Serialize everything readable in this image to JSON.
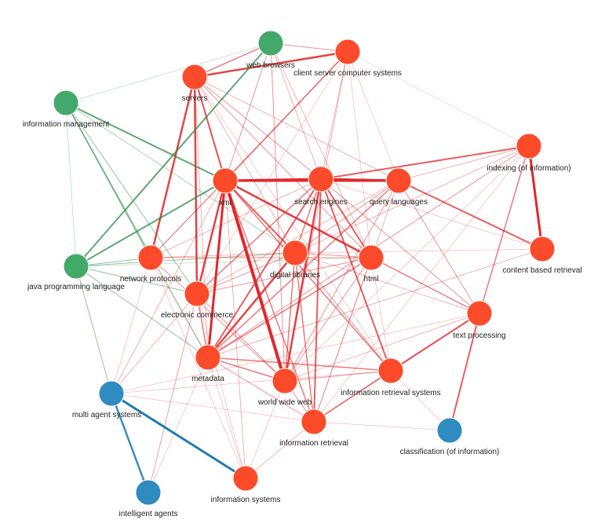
{
  "colors": {
    "red": "#fc4b2a",
    "green": "#43a96b",
    "blue": "#2f8bc0",
    "edge_red": "#e0282b",
    "edge_green": "#2b8b45",
    "edge_blue": "#1f7bb5"
  },
  "nodes": [
    {
      "id": "web_browsers",
      "label": "web browsers",
      "group": "green"
    },
    {
      "id": "client_server",
      "label": "client server computer systems",
      "group": "red"
    },
    {
      "id": "servers",
      "label": "servers",
      "group": "red"
    },
    {
      "id": "info_mgmt",
      "label": "information management",
      "group": "green"
    },
    {
      "id": "indexing",
      "label": "indexing (of information)",
      "group": "red"
    },
    {
      "id": "xml",
      "label": "xml",
      "group": "red"
    },
    {
      "id": "search_engines",
      "label": "search engines",
      "group": "red"
    },
    {
      "id": "query_languages",
      "label": "query languages",
      "group": "red"
    },
    {
      "id": "content_based",
      "label": "content based retrieval",
      "group": "red"
    },
    {
      "id": "java",
      "label": "java programming language",
      "group": "green"
    },
    {
      "id": "network_protocols",
      "label": "network protocols",
      "group": "red"
    },
    {
      "id": "digital_libraries",
      "label": "digital libraries",
      "group": "red"
    },
    {
      "id": "html",
      "label": "html",
      "group": "red"
    },
    {
      "id": "ecommerce",
      "label": "electronic commerce",
      "group": "red"
    },
    {
      "id": "text_processing",
      "label": "text processing",
      "group": "red"
    },
    {
      "id": "metadata",
      "label": "metadata",
      "group": "red"
    },
    {
      "id": "www",
      "label": "world wide web",
      "group": "red"
    },
    {
      "id": "irs",
      "label": "information retrieval systems",
      "group": "red"
    },
    {
      "id": "multi_agent",
      "label": "multi agent systems",
      "group": "blue"
    },
    {
      "id": "info_retrieval",
      "label": "information retrieval",
      "group": "red"
    },
    {
      "id": "classification",
      "label": "classification (of information)",
      "group": "blue"
    },
    {
      "id": "info_systems",
      "label": "information systems",
      "group": "red"
    },
    {
      "id": "intelligent_agents",
      "label": "intelligent agents",
      "group": "blue"
    }
  ],
  "edges": [
    {
      "s": "servers",
      "t": "web_browsers",
      "c": "red",
      "w": 1.5
    },
    {
      "s": "servers",
      "t": "client_server",
      "c": "red",
      "w": 2.5
    },
    {
      "s": "servers",
      "t": "xml",
      "c": "red",
      "w": 2
    },
    {
      "s": "servers",
      "t": "network_protocols",
      "c": "red",
      "w": 2.5
    },
    {
      "s": "servers",
      "t": "ecommerce",
      "c": "red",
      "w": 2.5
    },
    {
      "s": "servers",
      "t": "search_engines",
      "c": "red",
      "w": 1
    },
    {
      "s": "servers",
      "t": "query_languages",
      "c": "red",
      "w": 0.8
    },
    {
      "s": "servers",
      "t": "digital_libraries",
      "c": "red",
      "w": 0.8
    },
    {
      "s": "servers",
      "t": "html",
      "c": "red",
      "w": 1
    },
    {
      "s": "servers",
      "t": "metadata",
      "c": "red",
      "w": 0.8
    },
    {
      "s": "servers",
      "t": "www",
      "c": "red",
      "w": 1
    },
    {
      "s": "servers",
      "t": "irs",
      "c": "red",
      "w": 0.6
    },
    {
      "s": "client_server",
      "t": "web_browsers",
      "c": "red",
      "w": 1
    },
    {
      "s": "client_server",
      "t": "xml",
      "c": "red",
      "w": 1.5
    },
    {
      "s": "client_server",
      "t": "search_engines",
      "c": "red",
      "w": 0.8
    },
    {
      "s": "client_server",
      "t": "query_languages",
      "c": "red",
      "w": 0.6
    },
    {
      "s": "client_server",
      "t": "network_protocols",
      "c": "red",
      "w": 0.8
    },
    {
      "s": "client_server",
      "t": "ecommerce",
      "c": "red",
      "w": 0.6
    },
    {
      "s": "client_server",
      "t": "www",
      "c": "red",
      "w": 0.8
    },
    {
      "s": "client_server",
      "t": "html",
      "c": "red",
      "w": 0.6
    },
    {
      "s": "client_server",
      "t": "indexing",
      "c": "red",
      "w": 0.5
    },
    {
      "s": "web_browsers",
      "t": "info_mgmt",
      "c": "green",
      "w": 0.6
    },
    {
      "s": "web_browsers",
      "t": "java",
      "c": "green",
      "w": 2
    },
    {
      "s": "web_browsers",
      "t": "www",
      "c": "red",
      "w": 1
    },
    {
      "s": "web_browsers",
      "t": "xml",
      "c": "red",
      "w": 1
    },
    {
      "s": "web_browsers",
      "t": "html",
      "c": "red",
      "w": 0.8
    },
    {
      "s": "web_browsers",
      "t": "search_engines",
      "c": "red",
      "w": 0.8
    },
    {
      "s": "info_mgmt",
      "t": "xml",
      "c": "green",
      "w": 2
    },
    {
      "s": "info_mgmt",
      "t": "java",
      "c": "green",
      "w": 0.6
    },
    {
      "s": "info_mgmt",
      "t": "network_protocols",
      "c": "green",
      "w": 1.5
    },
    {
      "s": "info_mgmt",
      "t": "ecommerce",
      "c": "green",
      "w": 1
    },
    {
      "s": "info_mgmt",
      "t": "metadata",
      "c": "green",
      "w": 1
    },
    {
      "s": "info_mgmt",
      "t": "digital_libraries",
      "c": "green",
      "w": 0.8
    },
    {
      "s": "java",
      "t": "xml",
      "c": "green",
      "w": 2
    },
    {
      "s": "java",
      "t": "network_protocols",
      "c": "green",
      "w": 1
    },
    {
      "s": "java",
      "t": "ecommerce",
      "c": "green",
      "w": 1
    },
    {
      "s": "java",
      "t": "digital_libraries",
      "c": "green",
      "w": 1
    },
    {
      "s": "java",
      "t": "metadata",
      "c": "green",
      "w": 1
    },
    {
      "s": "java",
      "t": "multi_agent",
      "c": "green",
      "w": 1
    },
    {
      "s": "java",
      "t": "html",
      "c": "green",
      "w": 0.6
    },
    {
      "s": "xml",
      "t": "search_engines",
      "c": "red",
      "w": 3
    },
    {
      "s": "xml",
      "t": "query_languages",
      "c": "red",
      "w": 3
    },
    {
      "s": "xml",
      "t": "digital_libraries",
      "c": "red",
      "w": 2
    },
    {
      "s": "xml",
      "t": "html",
      "c": "red",
      "w": 2.5
    },
    {
      "s": "xml",
      "t": "ecommerce",
      "c": "red",
      "w": 2.5
    },
    {
      "s": "xml",
      "t": "metadata",
      "c": "red",
      "w": 3
    },
    {
      "s": "xml",
      "t": "www",
      "c": "red",
      "w": 4
    },
    {
      "s": "xml",
      "t": "irs",
      "c": "red",
      "w": 1.5
    },
    {
      "s": "xml",
      "t": "info_retrieval",
      "c": "red",
      "w": 1.5
    },
    {
      "s": "xml",
      "t": "network_protocols",
      "c": "red",
      "w": 1
    },
    {
      "s": "xml",
      "t": "text_processing",
      "c": "red",
      "w": 1
    },
    {
      "s": "xml",
      "t": "info_systems",
      "c": "red",
      "w": 0.8
    },
    {
      "s": "xml",
      "t": "multi_agent",
      "c": "red",
      "w": 0.8
    },
    {
      "s": "search_engines",
      "t": "query_languages",
      "c": "red",
      "w": 3
    },
    {
      "s": "search_engines",
      "t": "indexing",
      "c": "red",
      "w": 2
    },
    {
      "s": "search_engines",
      "t": "digital_libraries",
      "c": "red",
      "w": 1.5
    },
    {
      "s": "search_engines",
      "t": "html",
      "c": "red",
      "w": 2
    },
    {
      "s": "search_engines",
      "t": "metadata",
      "c": "red",
      "w": 2
    },
    {
      "s": "search_engines",
      "t": "www",
      "c": "red",
      "w": 2.5
    },
    {
      "s": "search_engines",
      "t": "irs",
      "c": "red",
      "w": 2
    },
    {
      "s": "search_engines",
      "t": "info_retrieval",
      "c": "red",
      "w": 2
    },
    {
      "s": "search_engines",
      "t": "ecommerce",
      "c": "red",
      "w": 1.5
    },
    {
      "s": "search_engines",
      "t": "text_processing",
      "c": "red",
      "w": 1
    },
    {
      "s": "search_engines",
      "t": "network_protocols",
      "c": "red",
      "w": 0.8
    },
    {
      "s": "search_engines",
      "t": "content_based",
      "c": "red",
      "w": 0.6
    },
    {
      "s": "query_languages",
      "t": "content_based",
      "c": "red",
      "w": 2
    },
    {
      "s": "query_languages",
      "t": "metadata",
      "c": "red",
      "w": 1.5
    },
    {
      "s": "query_languages",
      "t": "digital_libraries",
      "c": "red",
      "w": 1
    },
    {
      "s": "query_languages",
      "t": "www",
      "c": "red",
      "w": 1
    },
    {
      "s": "query_languages",
      "t": "text_processing",
      "c": "red",
      "w": 1
    },
    {
      "s": "query_languages",
      "t": "info_retrieval",
      "c": "red",
      "w": 0.8
    },
    {
      "s": "query_languages",
      "t": "indexing",
      "c": "red",
      "w": 0.8
    },
    {
      "s": "query_languages",
      "t": "ecommerce",
      "c": "red",
      "w": 0.8
    },
    {
      "s": "indexing",
      "t": "content_based",
      "c": "red",
      "w": 3
    },
    {
      "s": "indexing",
      "t": "text_processing",
      "c": "red",
      "w": 1.5
    },
    {
      "s": "indexing",
      "t": "metadata",
      "c": "red",
      "w": 1
    },
    {
      "s": "indexing",
      "t": "digital_libraries",
      "c": "red",
      "w": 0.8
    },
    {
      "s": "indexing",
      "t": "www",
      "c": "red",
      "w": 0.6
    },
    {
      "s": "indexing",
      "t": "info_retrieval",
      "c": "red",
      "w": 0.6
    },
    {
      "s": "content_based",
      "t": "metadata",
      "c": "red",
      "w": 0.8
    },
    {
      "s": "content_based",
      "t": "digital_libraries",
      "c": "red",
      "w": 0.6
    },
    {
      "s": "network_protocols",
      "t": "html",
      "c": "red",
      "w": 1
    },
    {
      "s": "network_protocols",
      "t": "digital_libraries",
      "c": "red",
      "w": 0.8
    },
    {
      "s": "network_protocols",
      "t": "www",
      "c": "red",
      "w": 1
    },
    {
      "s": "network_protocols",
      "t": "info_systems",
      "c": "red",
      "w": 0.6
    },
    {
      "s": "network_protocols",
      "t": "multi_agent",
      "c": "red",
      "w": 0.6
    },
    {
      "s": "network_protocols",
      "t": "metadata",
      "c": "red",
      "w": 0.6
    },
    {
      "s": "digital_libraries",
      "t": "metadata",
      "c": "red",
      "w": 2.5
    },
    {
      "s": "digital_libraries",
      "t": "ecommerce",
      "c": "red",
      "w": 1
    },
    {
      "s": "digital_libraries",
      "t": "www",
      "c": "red",
      "w": 1.5
    },
    {
      "s": "digital_libraries",
      "t": "info_retrieval",
      "c": "red",
      "w": 1.5
    },
    {
      "s": "digital_libraries",
      "t": "html",
      "c": "red",
      "w": 1
    },
    {
      "s": "digital_libraries",
      "t": "irs",
      "c": "red",
      "w": 1
    },
    {
      "s": "digital_libraries",
      "t": "text_processing",
      "c": "red",
      "w": 0.8
    },
    {
      "s": "html",
      "t": "metadata",
      "c": "red",
      "w": 1.5
    },
    {
      "s": "html",
      "t": "www",
      "c": "red",
      "w": 1
    },
    {
      "s": "html",
      "t": "ecommerce",
      "c": "red",
      "w": 1
    },
    {
      "s": "html",
      "t": "text_processing",
      "c": "red",
      "w": 1
    },
    {
      "s": "html",
      "t": "info_retrieval",
      "c": "red",
      "w": 0.8
    },
    {
      "s": "html",
      "t": "irs",
      "c": "red",
      "w": 0.6
    },
    {
      "s": "ecommerce",
      "t": "metadata",
      "c": "red",
      "w": 1.5
    },
    {
      "s": "ecommerce",
      "t": "www",
      "c": "red",
      "w": 1
    },
    {
      "s": "ecommerce",
      "t": "multi_agent",
      "c": "red",
      "w": 0.8
    },
    {
      "s": "ecommerce",
      "t": "info_systems",
      "c": "red",
      "w": 0.6
    },
    {
      "s": "ecommerce",
      "t": "intelligent_agents",
      "c": "red",
      "w": 0.6
    },
    {
      "s": "metadata",
      "t": "www",
      "c": "red",
      "w": 1.5
    },
    {
      "s": "metadata",
      "t": "irs",
      "c": "red",
      "w": 1.5
    },
    {
      "s": "metadata",
      "t": "info_retrieval",
      "c": "red",
      "w": 1
    },
    {
      "s": "metadata",
      "t": "info_systems",
      "c": "red",
      "w": 0.6
    },
    {
      "s": "metadata",
      "t": "intelligent_agents",
      "c": "red",
      "w": 0.6
    },
    {
      "s": "www",
      "t": "irs",
      "c": "red",
      "w": 1
    },
    {
      "s": "www",
      "t": "info_retrieval",
      "c": "red",
      "w": 1
    },
    {
      "s": "www",
      "t": "text_processing",
      "c": "red",
      "w": 0.8
    },
    {
      "s": "www",
      "t": "info_systems",
      "c": "red",
      "w": 0.6
    },
    {
      "s": "irs",
      "t": "text_processing",
      "c": "red",
      "w": 2
    },
    {
      "s": "irs",
      "t": "info_retrieval",
      "c": "red",
      "w": 1.5
    },
    {
      "s": "irs",
      "t": "classification",
      "c": "red",
      "w": 0.6
    },
    {
      "s": "irs",
      "t": "multi_agent",
      "c": "red",
      "w": 0.6
    },
    {
      "s": "info_retrieval",
      "t": "text_processing",
      "c": "red",
      "w": 1
    },
    {
      "s": "info_retrieval",
      "t": "multi_agent",
      "c": "red",
      "w": 0.6
    },
    {
      "s": "info_retrieval",
      "t": "classification",
      "c": "red",
      "w": 0.6
    },
    {
      "s": "info_retrieval",
      "t": "info_systems",
      "c": "red",
      "w": 0.8
    },
    {
      "s": "text_processing",
      "t": "classification",
      "c": "red",
      "w": 2
    },
    {
      "s": "text_processing",
      "t": "multi_agent",
      "c": "red",
      "w": 0.6
    },
    {
      "s": "multi_agent",
      "t": "intelligent_agents",
      "c": "blue",
      "w": 2.5
    },
    {
      "s": "multi_agent",
      "t": "info_systems",
      "c": "blue",
      "w": 3
    },
    {
      "s": "intelligent_agents",
      "t": "xml",
      "c": "red",
      "w": 0.6
    }
  ]
}
